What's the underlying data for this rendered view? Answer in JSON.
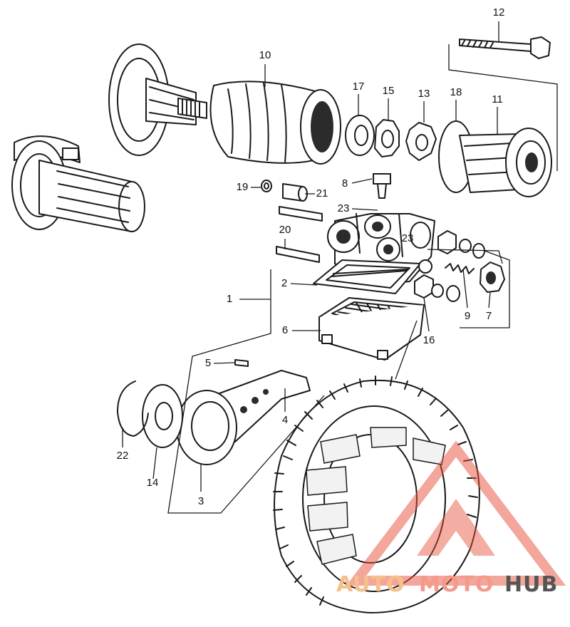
{
  "callouts": {
    "c1": "1",
    "c2": "2",
    "c3": "3",
    "c4": "4",
    "c5": "5",
    "c6": "6",
    "c7": "7",
    "c8": "8",
    "c9": "9",
    "c10": "10",
    "c11": "11",
    "c12": "12",
    "c13": "13",
    "c14": "14",
    "c15": "15",
    "c16": "16",
    "c17": "17",
    "c18": "18",
    "c19": "19",
    "c20": "20",
    "c21": "21",
    "c22": "22",
    "c23a": "23",
    "c23b": "23"
  },
  "watermark": {
    "word_a": "AUTO",
    "word_b": "MOTO",
    "word_c": "HUB",
    "color_a": "#f5c08a",
    "color_b": "#f39a8a",
    "color_c": "#555555",
    "logo_color": "#e8503a"
  }
}
